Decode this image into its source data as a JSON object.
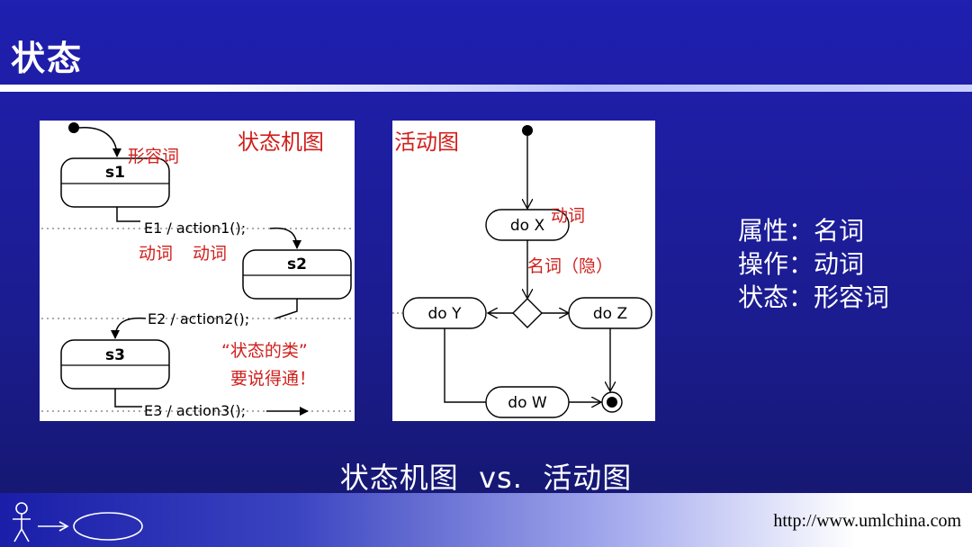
{
  "slide": {
    "title": "状态"
  },
  "state_machine": {
    "title": "状态机图",
    "states": [
      "s1",
      "s2",
      "s3"
    ],
    "transitions": [
      "E1 / action1();",
      "E2 / action2();",
      "E3 / action3();"
    ],
    "notes": {
      "adjective": "形容词",
      "verb_1": "动词",
      "verb_2": "动词",
      "quote_line1": "“状态的类”",
      "quote_line2": "要说得通！"
    }
  },
  "activity": {
    "title": "活动图",
    "actions": [
      "do X",
      "do Y",
      "do Z",
      "do W"
    ],
    "notes": {
      "verb": "动词",
      "noun_hidden": "名词（隐）"
    }
  },
  "notes": {
    "line1": "属性：名词",
    "line2": "操作：动词",
    "line3": "状态：形容词"
  },
  "caption": "状态机图  vs.  活动图",
  "footer": {
    "url": "http://www.umlchina.com"
  },
  "icons": [
    "stick-figure-icon",
    "arrow-icon",
    "ellipse-icon"
  ]
}
